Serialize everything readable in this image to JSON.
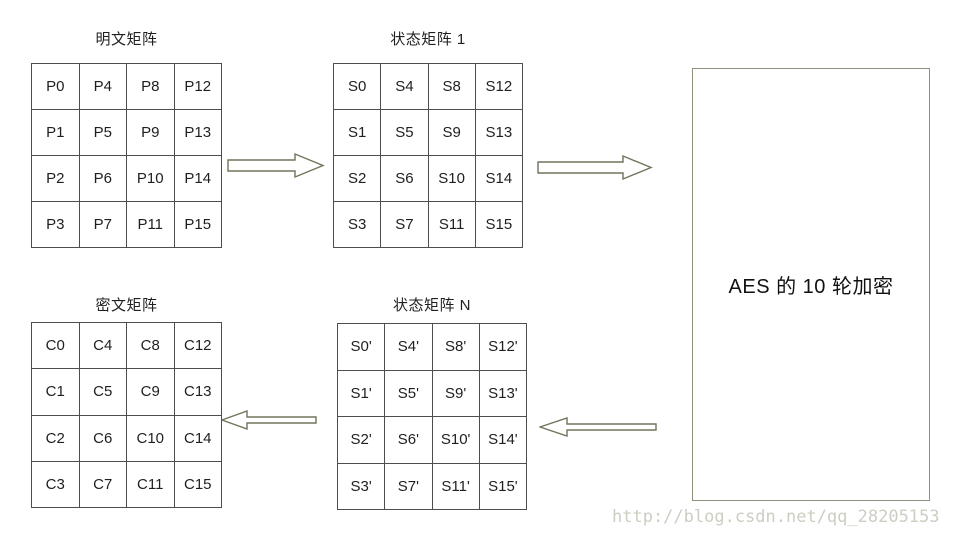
{
  "colors": {
    "background": "#ffffff",
    "matrix_border": "#4d4d4d",
    "text": "#1f1f1f",
    "arrow_outline": "#73735c",
    "aes_box_border": "#90907a",
    "watermark_text": "#cdcdc3"
  },
  "matrices": {
    "plaintext": {
      "title": "明文矩阵",
      "cells": [
        [
          "P0",
          "P4",
          "P8",
          "P12"
        ],
        [
          "P1",
          "P5",
          "P9",
          "P13"
        ],
        [
          "P2",
          "P6",
          "P10",
          "P14"
        ],
        [
          "P3",
          "P7",
          "P11",
          "P15"
        ]
      ]
    },
    "state1": {
      "title": "状态矩阵 1",
      "cells": [
        [
          "S0",
          "S4",
          "S8",
          "S12"
        ],
        [
          "S1",
          "S5",
          "S9",
          "S13"
        ],
        [
          "S2",
          "S6",
          "S10",
          "S14"
        ],
        [
          "S3",
          "S7",
          "S11",
          "S15"
        ]
      ]
    },
    "stateN": {
      "title": "状态矩阵 N",
      "cells": [
        [
          "S0'",
          "S4'",
          "S8'",
          "S12'"
        ],
        [
          "S1'",
          "S5'",
          "S9'",
          "S13'"
        ],
        [
          "S2'",
          "S6'",
          "S10'",
          "S14'"
        ],
        [
          "S3'",
          "S7'",
          "S11'",
          "S15'"
        ]
      ]
    },
    "ciphertext": {
      "title": "密文矩阵",
      "cells": [
        [
          "C0",
          "C4",
          "C8",
          "C12"
        ],
        [
          "C1",
          "C5",
          "C9",
          "C13"
        ],
        [
          "C2",
          "C6",
          "C10",
          "C14"
        ],
        [
          "C3",
          "C7",
          "C11",
          "C15"
        ]
      ]
    }
  },
  "aes_box": {
    "label": "AES 的 10 轮加密"
  },
  "arrows": [
    {
      "name": "arrow-plaintext-to-state1",
      "direction": "right"
    },
    {
      "name": "arrow-state1-to-aes",
      "direction": "right"
    },
    {
      "name": "arrow-aes-to-stateN",
      "direction": "left"
    },
    {
      "name": "arrow-stateN-to-ciphertext",
      "direction": "left"
    }
  ],
  "watermark": {
    "text": "http://blog.csdn.net/qq_28205153"
  }
}
